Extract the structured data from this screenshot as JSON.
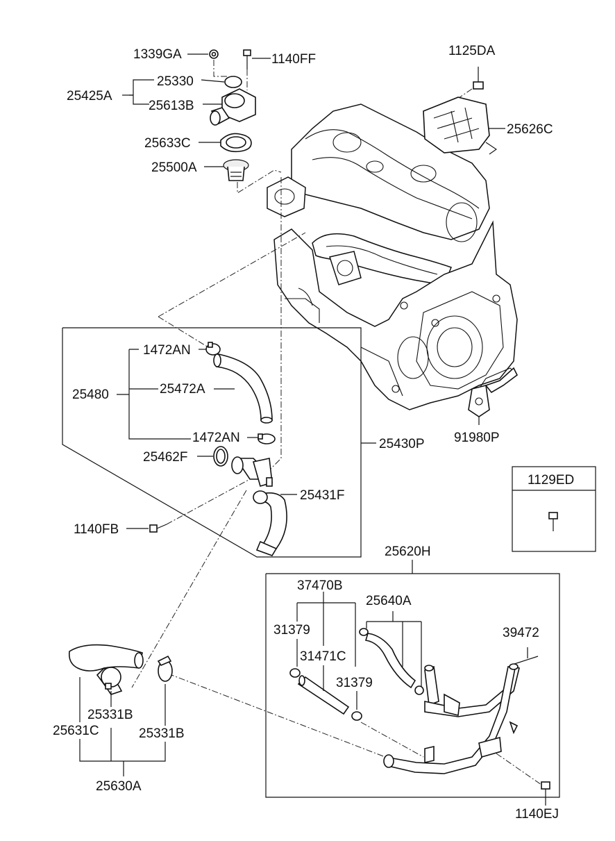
{
  "labels": {
    "l1339GA": "1339GA",
    "l1140FF": "1140FF",
    "l1125DA": "1125DA",
    "l25330": "25330",
    "l25425A": "25425A",
    "l25613B": "25613B",
    "l25626C": "25626C",
    "l25633C": "25633C",
    "l25500A": "25500A",
    "l1472AN_top": "1472AN",
    "l25480": "25480",
    "l25472A": "25472A",
    "l1472AN_bot": "1472AN",
    "l25430P": "25430P",
    "l91980P": "91980P",
    "l25462F": "25462F",
    "l25431F": "25431F",
    "l1129ED": "1129ED",
    "l1140FB": "1140FB",
    "l25620H": "25620H",
    "l37470B": "37470B",
    "l25640A": "25640A",
    "l31379_left": "31379",
    "l39472": "39472",
    "l31471C": "31471C",
    "l31379_right": "31379",
    "l25331B_left": "25331B",
    "l25631C": "25631C",
    "l25331B_right": "25331B",
    "l25630A": "25630A",
    "l1140EJ": "1140EJ"
  }
}
